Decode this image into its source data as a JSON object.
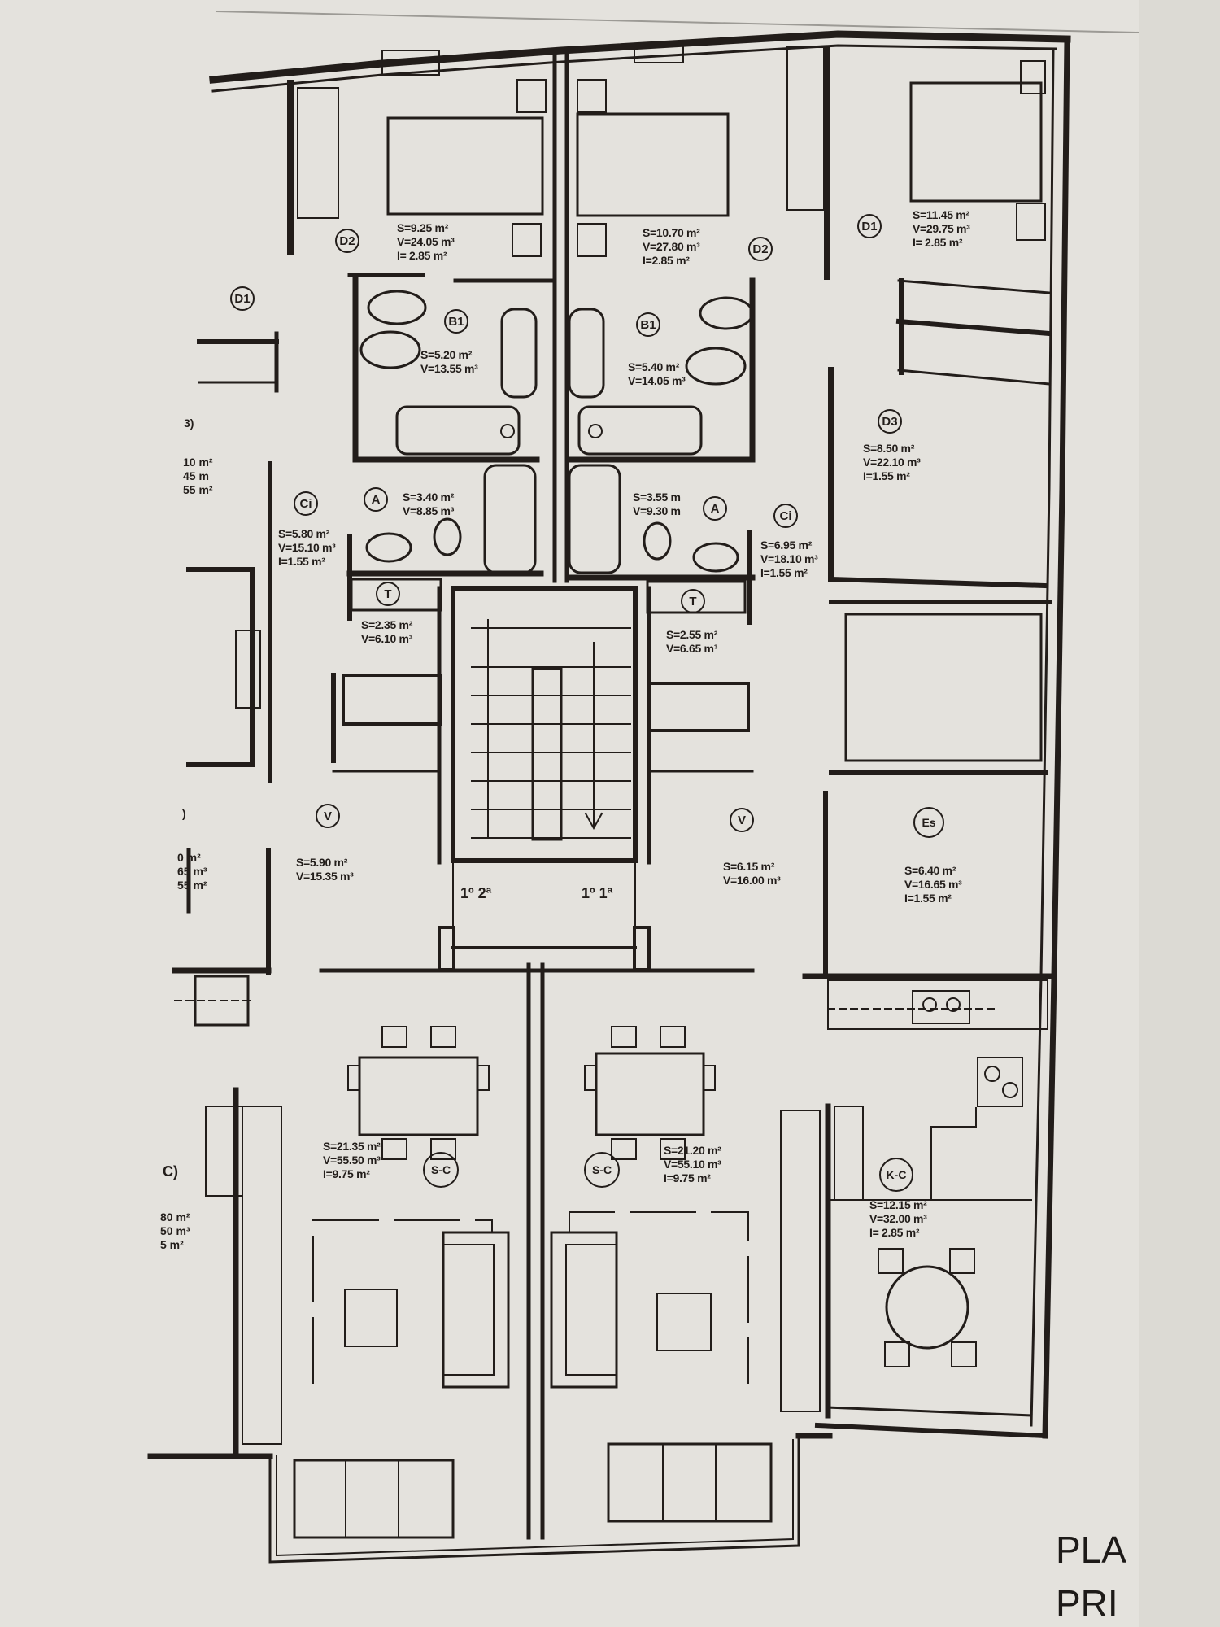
{
  "plan": {
    "title_lines": [
      "PLA",
      "PRI"
    ],
    "floor_labels": {
      "left_unit": "1º 2ª",
      "right_unit": "1º 1ª"
    },
    "rooms": [
      {
        "code": "D2",
        "S": "S=9.25 m²",
        "V": "V=24.05 m³",
        "I": "I= 2.85 m²"
      },
      {
        "code": "D2",
        "S": "S=10.70 m²",
        "V": "V=27.80 m³",
        "I": "I=2.85 m²"
      },
      {
        "code": "D1",
        "S": "S=11.45 m²",
        "V": "V=29.75 m³",
        "I": "I= 2.85 m²"
      },
      {
        "code": "B1",
        "S": "S=5.20 m²",
        "V": "V=13.55 m³"
      },
      {
        "code": "B1",
        "S": "S=5.40 m²",
        "V": "V=14.05 m³"
      },
      {
        "code": "D3",
        "S": "S=8.50 m²",
        "V": "V=22.10 m³",
        "I": "I=1.55 m²"
      },
      {
        "code": "Ci",
        "S": "S=5.80 m²",
        "V": "V=15.10 m³",
        "I": "I=1.55 m²"
      },
      {
        "code": "A",
        "S": "S=3.40 m²",
        "V": "V=8.85 m³"
      },
      {
        "code": "A",
        "S": "S=3.55 m",
        "V": "V=9.30 m"
      },
      {
        "code": "Ci",
        "S": "S=6.95 m²",
        "V": "V=18.10 m³",
        "I": "I=1.55 m²"
      },
      {
        "code": "T",
        "S": "S=2.35 m²",
        "V": "V=6.10 m³"
      },
      {
        "code": "T",
        "S": "S=2.55 m²",
        "V": "V=6.65 m³"
      },
      {
        "code": "V",
        "S": "S=5.90 m²",
        "V": "V=15.35 m³"
      },
      {
        "code": "V",
        "S": "S=6.15 m²",
        "V": "V=16.00 m³"
      },
      {
        "code": "Es",
        "S": "S=6.40 m²",
        "V": "V=16.65 m³",
        "I": "I=1.55 m²"
      },
      {
        "code": "S-C",
        "S": "S=21.35 m²",
        "V": "V=55.50 m³",
        "I": "I=9.75 m²"
      },
      {
        "code": "S-C",
        "S": "S=21.20 m²",
        "V": "V=55.10 m³",
        "I": "I=9.75 m²"
      },
      {
        "code": "K-C",
        "S": "S=12.15 m²",
        "V": "V=32.00 m³",
        "I": "I= 2.85 m²"
      }
    ],
    "neighbor_fragments": {
      "d1_code": "D1",
      "d3_partial_code": "3)",
      "d3_partial": [
        "10 m²",
        "45 m",
        "55 m²"
      ],
      "v_partial_code": ")",
      "v_partial": [
        "0 m²",
        "65 m³",
        "55 m²"
      ],
      "sc_partial_code": "C)",
      "sc_partial": [
        "80 m²",
        "50 m³",
        "5 m²"
      ]
    },
    "colors": {
      "ink": "#221d1a",
      "paper": "#e4e2dd"
    }
  }
}
